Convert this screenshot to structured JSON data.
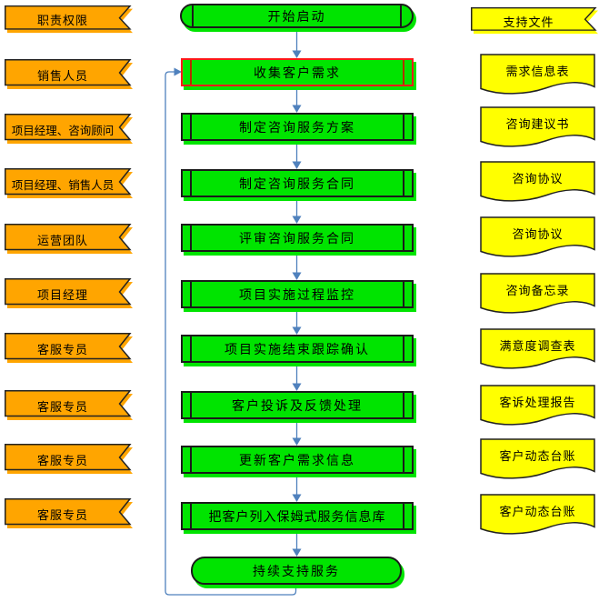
{
  "colors": {
    "process_fill": "#00E400",
    "role_banner_fill": "#FFA500",
    "document_fill": "#FFFF00",
    "connector_blue": "#4F81BD",
    "highlight_border_red": "#FF1A1A",
    "shape_border": "#1A1A1A",
    "background": "#FFFFFF"
  },
  "roles_column": {
    "header": "职责权限",
    "items": [
      "销售人员",
      "项目经理、咨询顾问",
      "项目经理、销售人员",
      "运营团队",
      "项目经理",
      "客服专员",
      "客服专员",
      "客服专员",
      "客服专员"
    ]
  },
  "process_column": {
    "start": "开始启动",
    "steps": [
      "收集客户需求",
      "制定咨询服务方案",
      "制定咨询服务合同",
      "评审咨询服务合同",
      "项目实施过程监控",
      "项目实施结束跟踪确认",
      "客户投诉及反馈处理",
      "更新客户需求信息",
      "把客户列入保姆式服务信息库"
    ],
    "end": "持续支持服务",
    "highlighted_step": "收集客户需求",
    "feedback_loop": "持续支持服务 → 收集客户需求"
  },
  "documents_column": {
    "header": "支持文件",
    "items": [
      "需求信息表",
      "咨询建议书",
      "咨询协议",
      "咨询协议",
      "咨询备忘录",
      "满意度调查表",
      "客诉处理报告",
      "客户动态台账",
      "客户动态台账"
    ]
  }
}
